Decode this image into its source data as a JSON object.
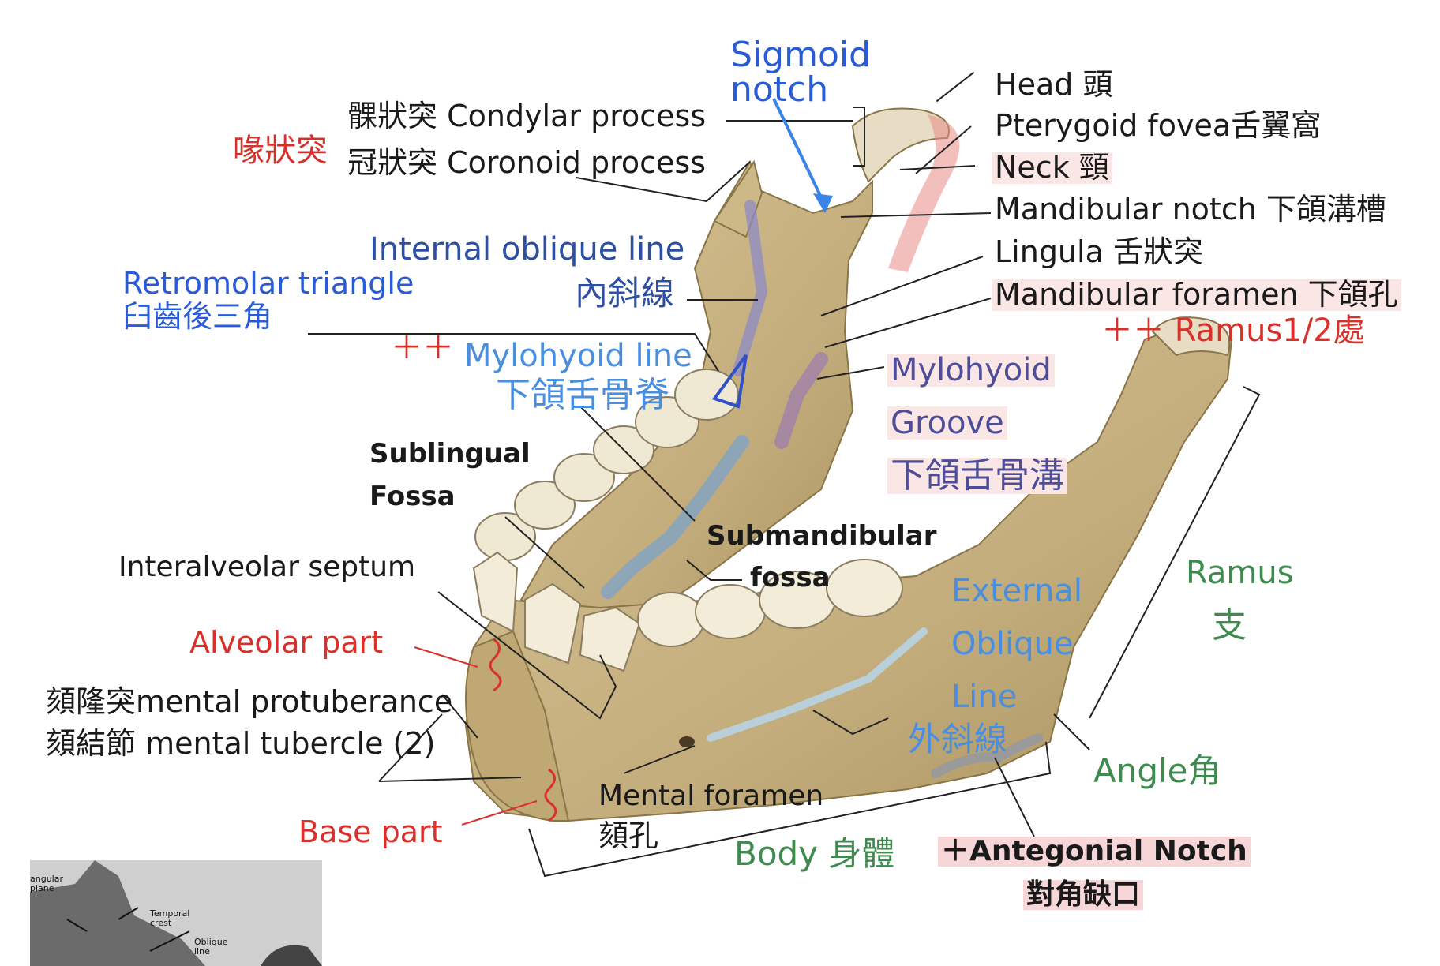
{
  "labels": {
    "sigmoid_notch": "Sigmoid\nnotch",
    "condylar_process": "髁狀突 Condylar process",
    "coronoid_process": "冠狀突 Coronoid process",
    "coronoid_alt": "喙狀突",
    "head": "Head 頭",
    "pterygoid_fovea": "Pterygoid fovea舌翼窩",
    "neck": "Neck 頸",
    "mandibular_notch": "Mandibular notch 下頜溝槽",
    "lingula": "Lingula 舌狀突",
    "mandibular_foramen": "Mandibular foramen 下頜孔",
    "ramus_half": "＋＋ Ramus1/2處",
    "internal_oblique_line": "Internal oblique line",
    "internal_oblique_line_zh": "內斜線",
    "retromolar_triangle": "Retromolar triangle",
    "retromolar_triangle_zh": "臼齒後三角",
    "plus_plus": "＋＋",
    "mylohyoid_line": "Mylohyoid line",
    "mylohyoid_line_zh": "下頜舌骨脊",
    "mylohyoid_groove_1": "Mylohyoid",
    "mylohyoid_groove_2": "Groove",
    "mylohyoid_groove_zh": "下頜舌骨溝",
    "sublingual_fossa_1": "Sublingual",
    "sublingual_fossa_2": "Fossa",
    "submandibular_fossa_1": "Submandibular",
    "submandibular_fossa_2": "fossa",
    "interalveolar_septum": "Interalveolar septum",
    "alveolar_part": "Alveolar part",
    "mental_protuberance": "頦隆突mental protuberance",
    "mental_tubercle": "頦結節 mental tubercle (2)",
    "base_part": "Base part",
    "mental_foramen": "Mental foramen",
    "mental_foramen_zh": "頦孔",
    "body": "Body 身體",
    "external_oblique_1": "External",
    "external_oblique_2": "Oblique",
    "external_oblique_3": "Line",
    "external_oblique_zh": "外斜線",
    "ramus": "Ramus",
    "ramus_zh": "支",
    "angle": "Angle角",
    "antegonial_notch": "＋Antegonial  Notch",
    "antegonial_notch_zh": "對角缺口",
    "inset_angular_plane": "angular\nplane",
    "inset_temporal_crest": "Temporal\ncrest",
    "inset_oblique_line": "Oblique\nline"
  },
  "colors": {
    "bone": "#c9b486",
    "bone_shadow": "#a8925f",
    "tooth": "#f1ebd8",
    "label_red": "#d8312b",
    "label_blue": "#2a5bd7",
    "label_green": "#3e8a4f",
    "highlight_pink": "#f7d6d8"
  }
}
